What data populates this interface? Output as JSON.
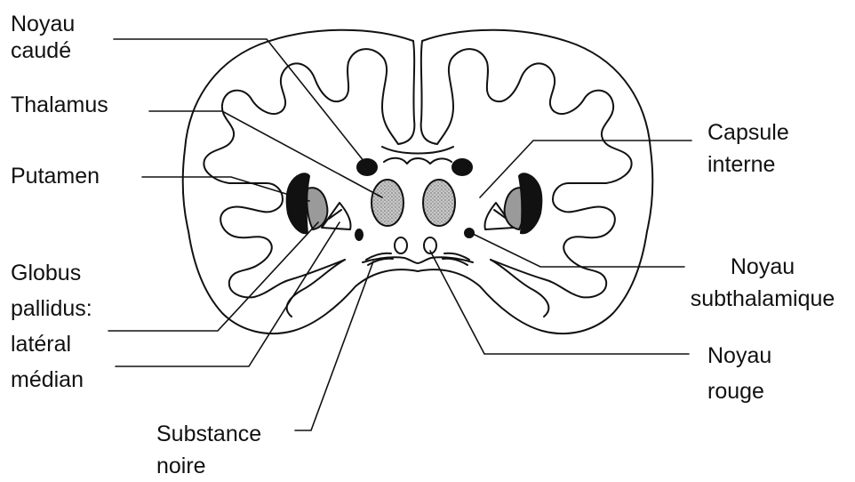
{
  "labels": {
    "noyau_caude": [
      "Noyau",
      "caudé"
    ],
    "thalamus": [
      "Thalamus"
    ],
    "putamen": [
      "Putamen"
    ],
    "globus": [
      "Globus",
      "pallidus:",
      "latéral",
      "médian"
    ],
    "substance_noire": [
      "Substance",
      "noire"
    ],
    "capsule_interne": [
      "Capsule",
      "interne"
    ],
    "noyau_subthalamique": [
      "Noyau",
      "subthalamique"
    ],
    "noyau_rouge": [
      "Noyau",
      "rouge"
    ]
  },
  "colors": {
    "ink": "#111111",
    "putamen": "#9a9a9a",
    "thalamus": "#b5b5b5",
    "background": "#ffffff"
  }
}
